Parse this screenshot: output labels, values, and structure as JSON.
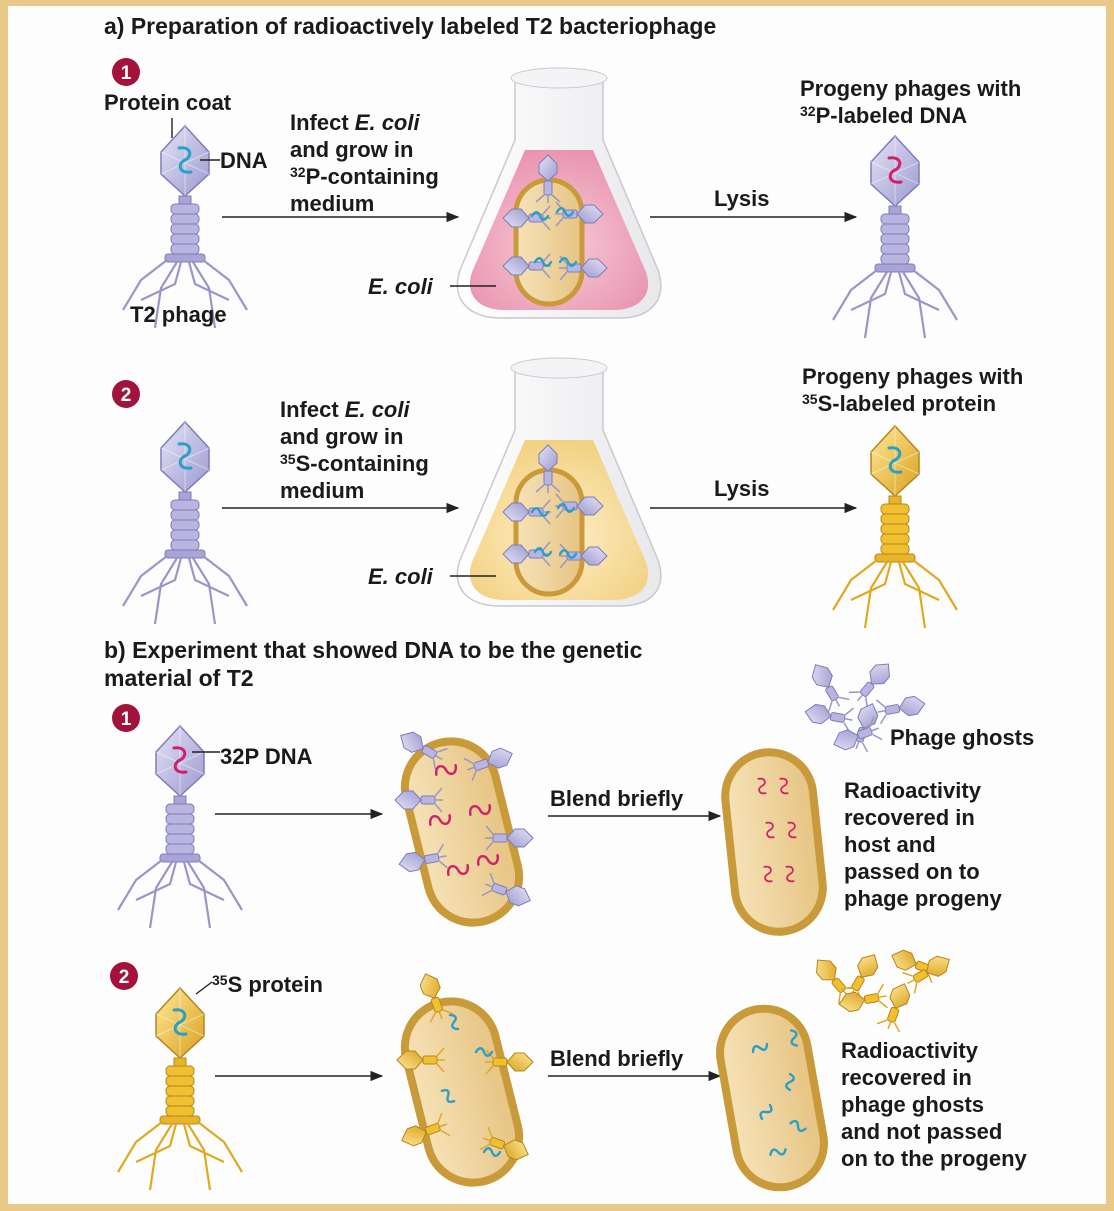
{
  "section_a": {
    "title": "a) Preparation of radioactively labeled T2 bacteriophage",
    "step1": {
      "number": "1",
      "protein_coat": "Protein coat",
      "dna": "DNA",
      "infect_line1_plain": "Infect ",
      "infect_line1_italic": "E. coli",
      "infect_line2": "and grow in",
      "isotope": "32",
      "infect_line3_rest": "P-containing",
      "infect_line4": "medium",
      "ecoli": "E. coli",
      "t2_phage": "T2 phage",
      "lysis": "Lysis",
      "progeny_line1": "Progeny phages with",
      "progeny_isotope": "32",
      "progeny_line2_rest": "P-labeled DNA"
    },
    "step2": {
      "number": "2",
      "infect_line1_plain": "Infect ",
      "infect_line1_italic": "E. coli",
      "infect_line2": "and grow in",
      "isotope": "35",
      "infect_line3_rest": "S-containing",
      "infect_line4": "medium",
      "ecoli": "E. coli",
      "lysis": "Lysis",
      "progeny_line1": "Progeny phages with",
      "progeny_isotope": "35",
      "progeny_line2_rest": "S-labeled protein"
    }
  },
  "section_b": {
    "title_line1": "b) Experiment that showed DNA to be the genetic",
    "title_line2": "material of T2",
    "step1": {
      "number": "1",
      "label": "32P DNA",
      "blend": "Blend briefly",
      "ghosts": "Phage ghosts",
      "result": [
        "Radioactivity",
        "recovered in",
        "host and",
        "passed on to",
        "phage progeny"
      ]
    },
    "step2": {
      "number": "2",
      "isotope": "35",
      "label_rest": "S protein",
      "blend": "Blend briefly",
      "result": [
        "Radioactivity",
        "recovered in",
        "phage ghosts",
        "and not passed",
        "on to the progeny"
      ]
    }
  },
  "colors": {
    "background": "#fdfdfd",
    "frame": "#e8c98a",
    "step_badge": "#a3123a",
    "phage_lavender": "#b8b6e0",
    "phage_yellow": "#f0c030",
    "dna_labeled": "#d0206a",
    "dna_normal": "#2aa0c8",
    "flask_pink": "#f2a8c0",
    "flask_yellow": "#f8dc9a",
    "cell_fill": "#f2d6a0",
    "cell_wall": "#c99a3a"
  }
}
